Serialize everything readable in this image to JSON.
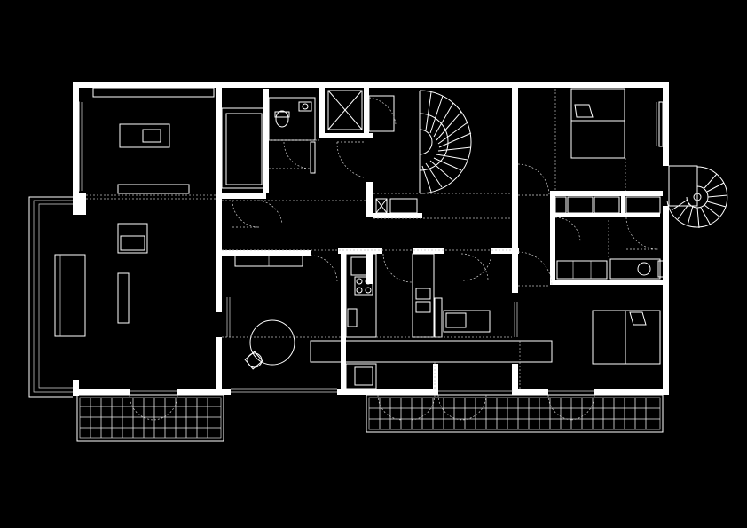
{
  "canvas": {
    "background": "#000000",
    "line_color": "#ffffff"
  },
  "plan": {
    "units": [
      "living-room",
      "study",
      "bathroom",
      "stair-hall",
      "bedroom-ne",
      "hall",
      "kitchen",
      "dining",
      "bedroom-se",
      "utility"
    ],
    "stairs": [
      "spiral-stair-interior",
      "spiral-stair-exterior"
    ],
    "balconies": [
      "balcony-west",
      "balcony-south"
    ],
    "labels": []
  }
}
